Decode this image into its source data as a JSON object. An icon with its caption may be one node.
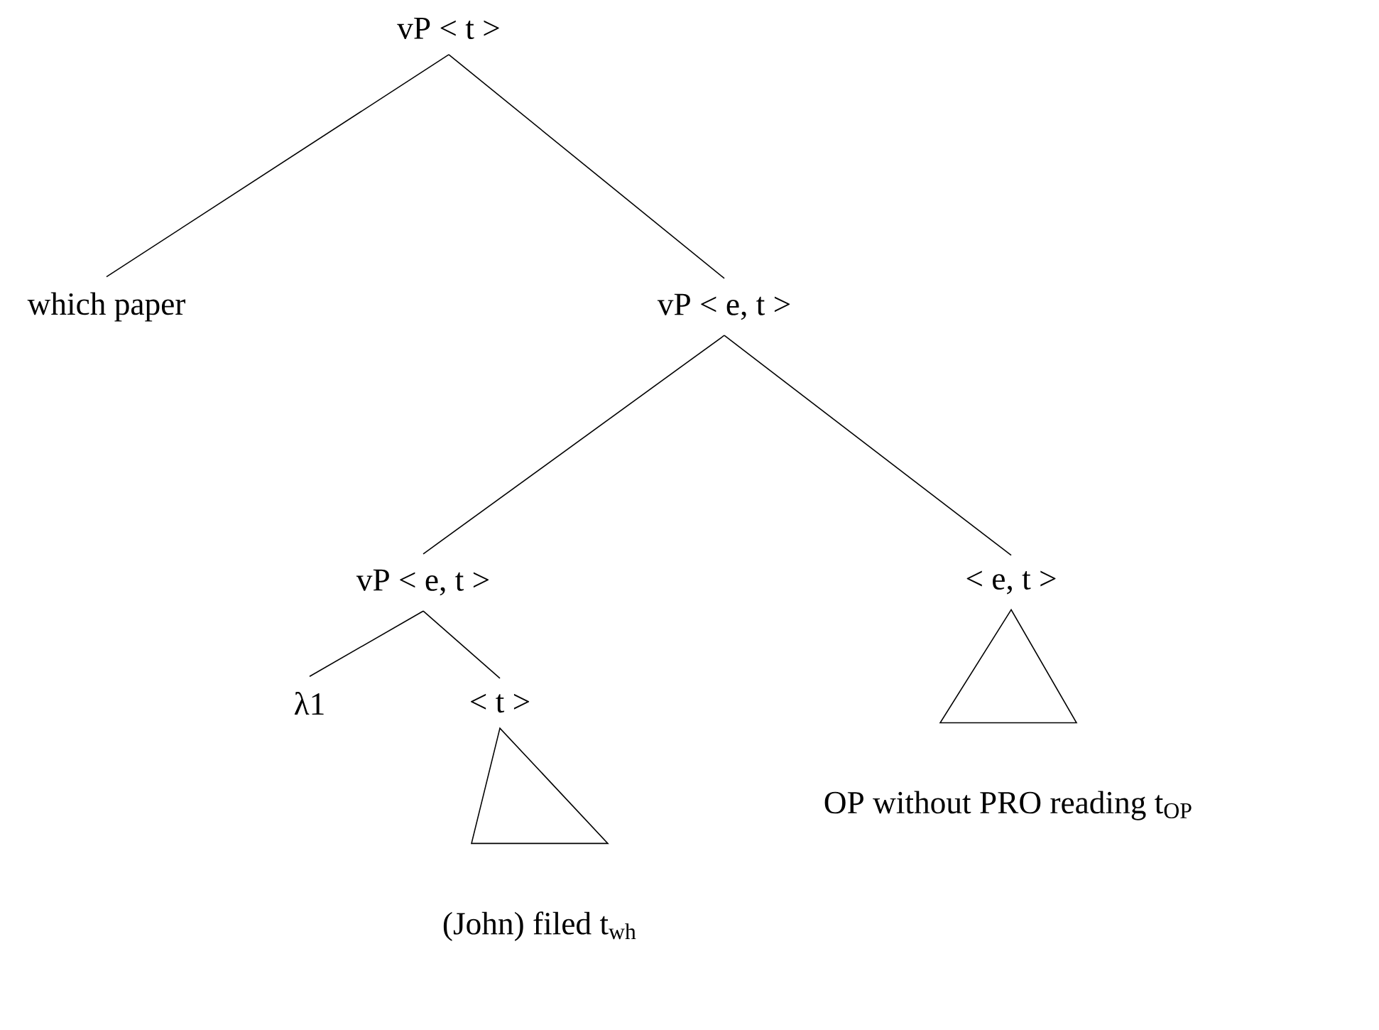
{
  "diagram": {
    "nodes": [
      {
        "text": [
          "vP < t >"
        ]
      },
      {
        "text": [
          "which paper"
        ]
      },
      {
        "text": [
          "vP < e, t >"
        ]
      },
      {
        "text": [
          "vP < e, t >"
        ]
      },
      {
        "text": [
          "< e, t >"
        ]
      },
      {
        "text": [
          "λ1"
        ]
      },
      {
        "text": [
          "< t >"
        ]
      },
      {
        "text": [
          "(John) filed t$_{wh}$"
        ]
      },
      {
        "text": [
          "OP without PRO reading t$_{OP}$"
        ]
      }
    ],
    "edges": [
      {
        "from": 0,
        "to": 1,
        "arrow": "none"
      },
      {
        "from": 0,
        "to": 2,
        "arrow": "none"
      },
      {
        "from": 2,
        "to": 3,
        "arrow": "none"
      },
      {
        "from": 2,
        "to": 4,
        "arrow": "none"
      },
      {
        "from": 3,
        "to": 5,
        "arrow": "none"
      },
      {
        "from": 3,
        "to": 6,
        "arrow": "none"
      },
      {
        "from": 6,
        "to": 7,
        "arrow": "none"
      },
      {
        "from": 4,
        "to": 8,
        "arrow": "none"
      }
    ]
  }
}
